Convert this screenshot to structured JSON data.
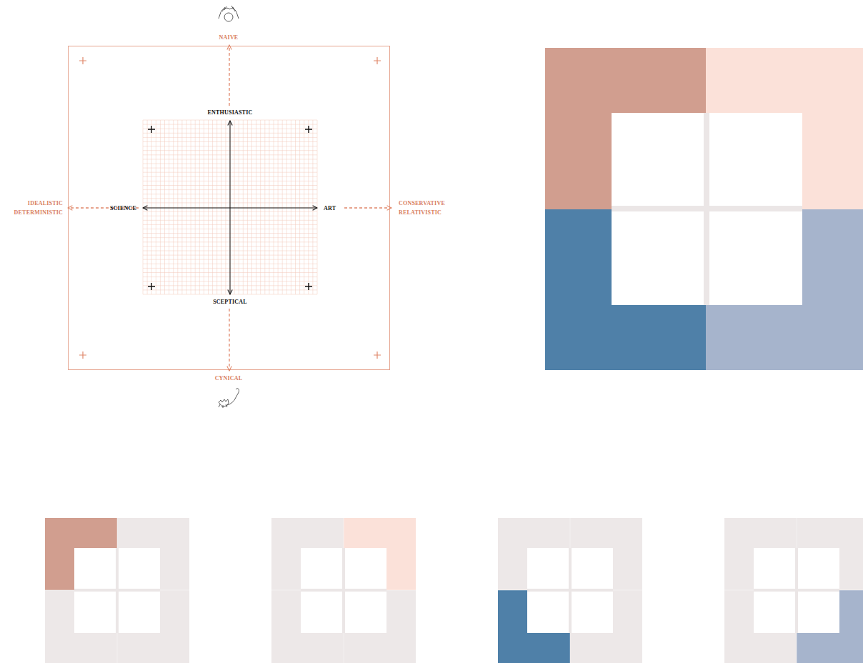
{
  "diagram": {
    "labels": [
      "NAIVE",
      "ENTHUSIASTIC",
      "IDEALISTIC DETERMINISTIC",
      "SCIENCE",
      "ART",
      "CONSERVATIVE RELATIVISTIC",
      "SCEPTICAL",
      "CYNICAL"
    ]
  }
}
